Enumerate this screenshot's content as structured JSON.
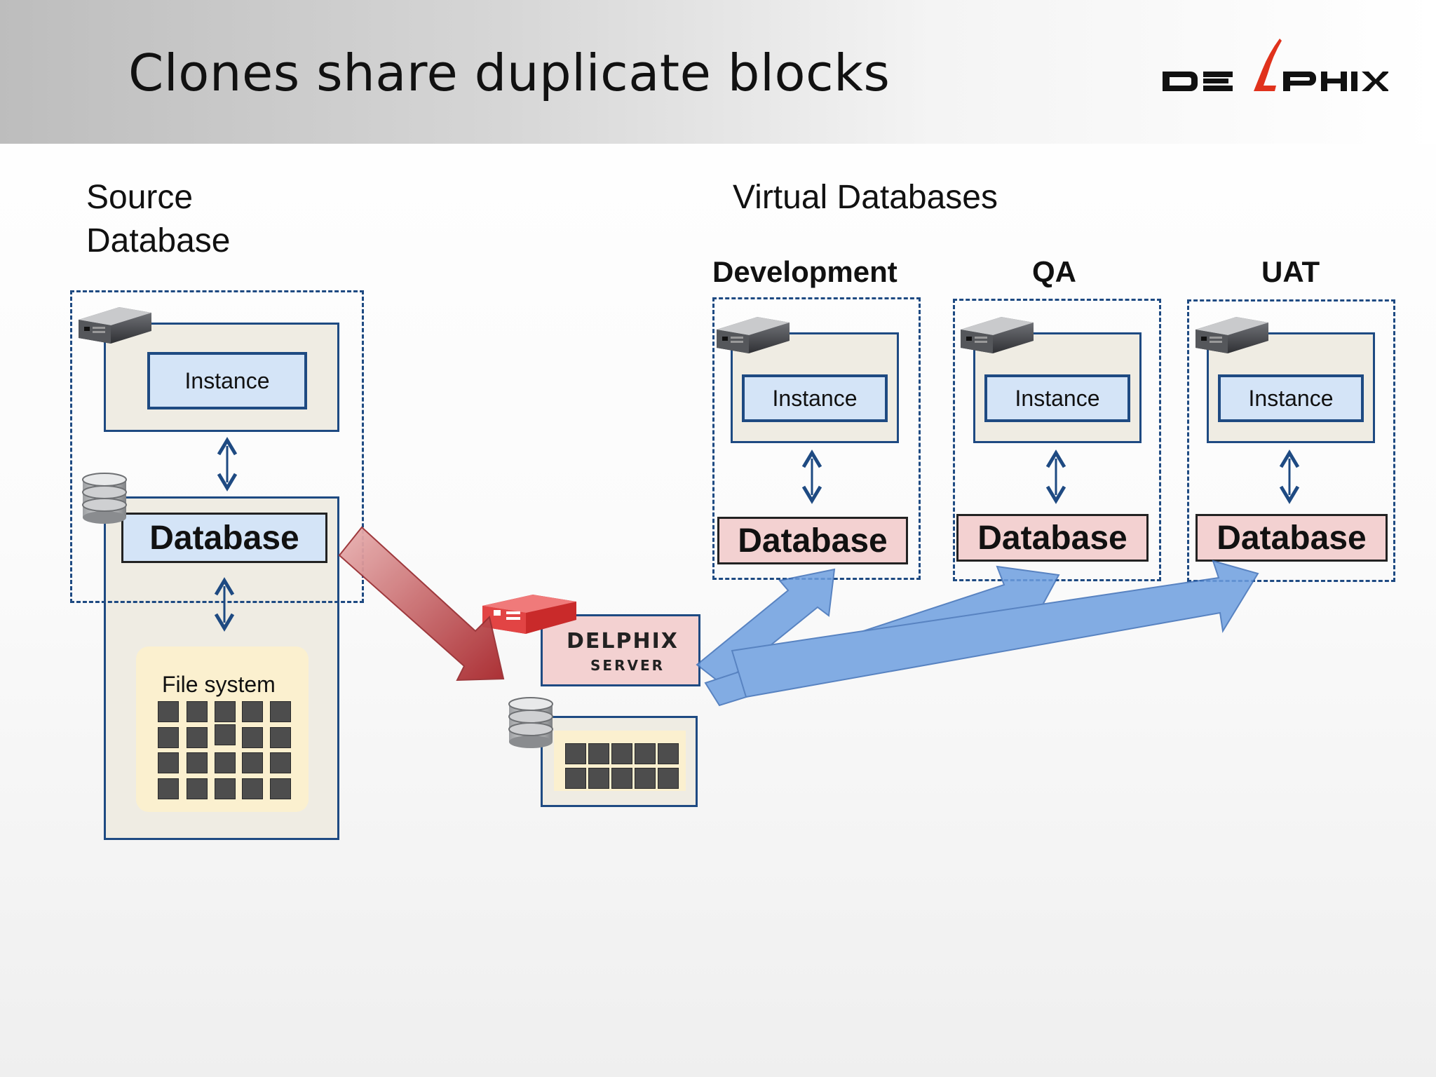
{
  "slide": {
    "title": "Clones share duplicate blocks",
    "logo_text": "DELPHIX"
  },
  "source": {
    "heading_line1": "Source",
    "heading_line2": "Database",
    "instance_label": "Instance",
    "database_label": "Database",
    "filesystem_label": "File system"
  },
  "virtual": {
    "heading": "Virtual Databases",
    "environments": [
      {
        "name": "Development",
        "instance_label": "Instance",
        "database_label": "Database"
      },
      {
        "name": "QA",
        "instance_label": "Instance",
        "database_label": "Database"
      },
      {
        "name": "UAT",
        "instance_label": "Instance",
        "database_label": "Database"
      }
    ]
  },
  "delphix_server": {
    "line1": "DELPHIX",
    "line2": "SERVER"
  },
  "colors": {
    "box_border": "#1e4a82",
    "instance_fill": "#d4e4f7",
    "vdb_fill": "#f3d1d1",
    "source_arrow": "#b94a4a",
    "clone_arrow": "#6e9fe0",
    "logo_red": "#e0321c"
  },
  "icons": [
    "server-icon",
    "database-cylinder-icon",
    "delphix-server-icon",
    "double-arrow-icon"
  ]
}
